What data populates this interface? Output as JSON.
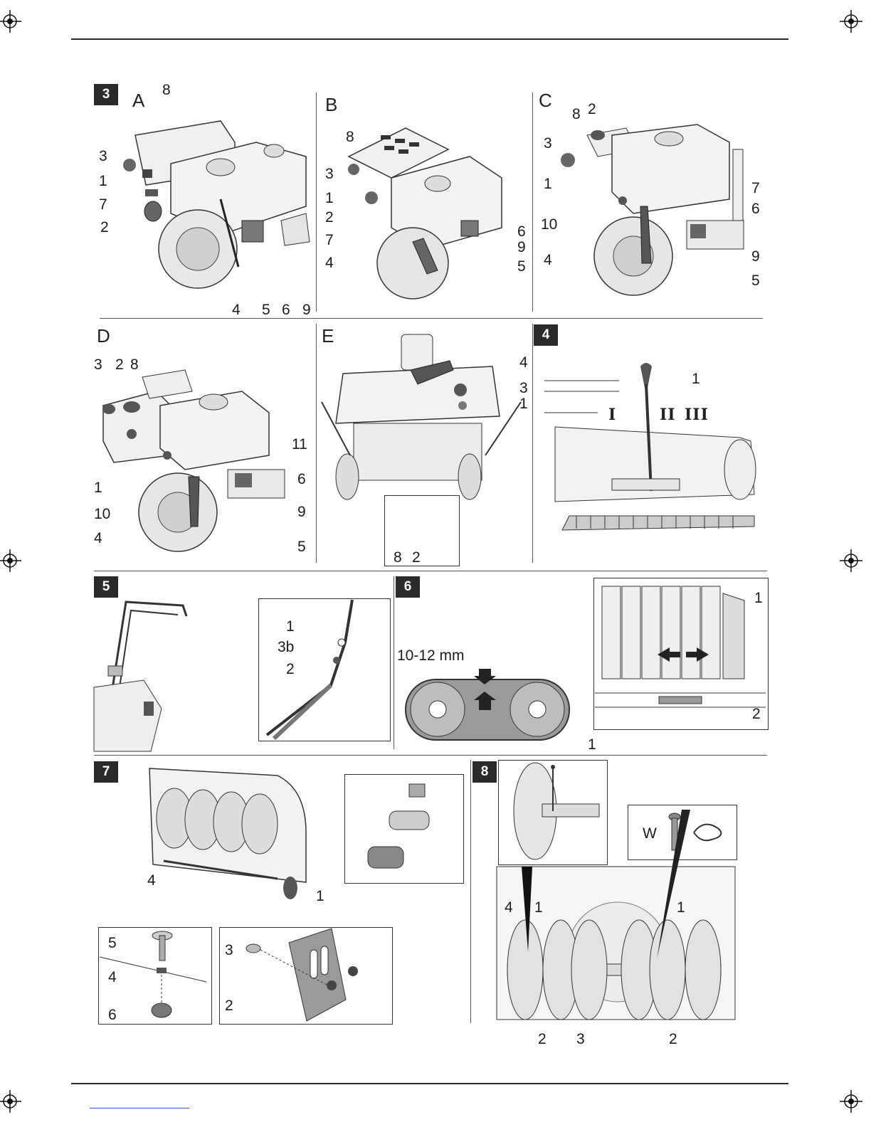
{
  "figures": {
    "fig3": {
      "badge": "3",
      "panels": {
        "A": {
          "letter": "A",
          "callouts": [
            "8",
            "3",
            "1",
            "7",
            "2",
            "4",
            "5",
            "6",
            "9"
          ]
        },
        "B": {
          "letter": "B",
          "callouts": [
            "8",
            "3",
            "1",
            "2",
            "7",
            "4",
            "6",
            "9",
            "5"
          ]
        },
        "C": {
          "letter": "C",
          "callouts": [
            "8",
            "2",
            "3",
            "1",
            "7",
            "6",
            "10",
            "4",
            "9",
            "5"
          ]
        },
        "D": {
          "letter": "D",
          "callouts": [
            "3",
            "2",
            "8",
            "11",
            "1",
            "6",
            "10",
            "9",
            "4",
            "5"
          ]
        },
        "E": {
          "letter": "E",
          "callouts": [
            "4",
            "3",
            "1",
            "8",
            "2"
          ]
        }
      }
    },
    "fig4": {
      "badge": "4",
      "callouts": [
        "1"
      ],
      "gears": [
        "I",
        "II",
        "III"
      ]
    },
    "fig5": {
      "badge": "5",
      "callouts": [
        "1",
        "3b",
        "2"
      ]
    },
    "fig6": {
      "badge": "6",
      "measurement": "10-12 mm",
      "callouts": [
        "1",
        "2",
        "1"
      ]
    },
    "fig7": {
      "badge": "7",
      "callouts": [
        "4",
        "1",
        "5",
        "4",
        "6",
        "3",
        "2"
      ]
    },
    "fig8": {
      "badge": "8",
      "inset_label": "W",
      "callouts": [
        "4",
        "1",
        "1",
        "2",
        "3",
        "2"
      ]
    }
  }
}
